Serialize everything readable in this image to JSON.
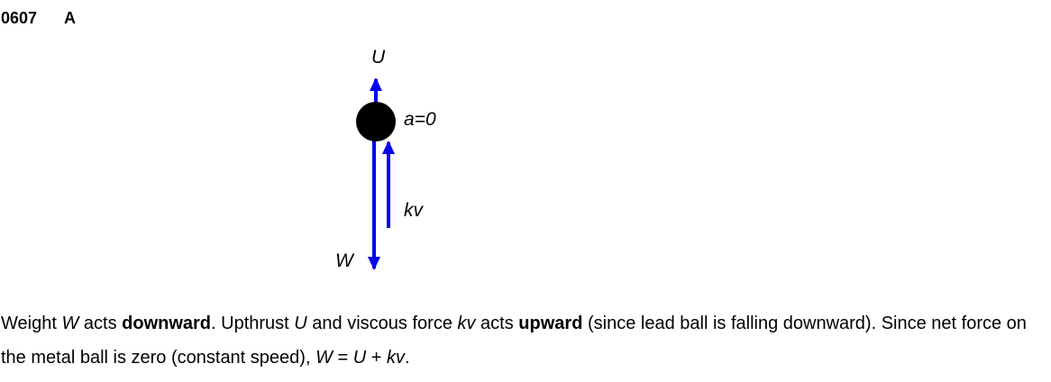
{
  "header": {
    "question_number": "0607",
    "answer": "A"
  },
  "colors": {
    "arrow": "#0000EE",
    "ball": "#000000",
    "text": "#000000"
  },
  "diagram": {
    "labels": {
      "upthrust": "U",
      "acceleration": "a=0",
      "viscous": "kv",
      "weight": "W"
    }
  },
  "explanation": {
    "segments": [
      {
        "text": "Weight ",
        "style": "normal"
      },
      {
        "text": "W",
        "style": "italic"
      },
      {
        "text": " acts ",
        "style": "normal"
      },
      {
        "text": "downward",
        "style": "bold"
      },
      {
        "text": ". Upthrust ",
        "style": "normal"
      },
      {
        "text": "U",
        "style": "italic"
      },
      {
        "text": " and viscous force ",
        "style": "normal"
      },
      {
        "text": "kv",
        "style": "italic"
      },
      {
        "text": " acts ",
        "style": "normal"
      },
      {
        "text": "upward",
        "style": "bold"
      },
      {
        "text": " (since lead ball is falling downward). Since net force on the metal ball is zero (constant speed), ",
        "style": "normal"
      },
      {
        "text": "W",
        "style": "italic"
      },
      {
        "text": " = ",
        "style": "normal"
      },
      {
        "text": "U",
        "style": "italic"
      },
      {
        "text": " + ",
        "style": "normal"
      },
      {
        "text": "kv",
        "style": "italic"
      },
      {
        "text": ".",
        "style": "normal"
      }
    ]
  }
}
